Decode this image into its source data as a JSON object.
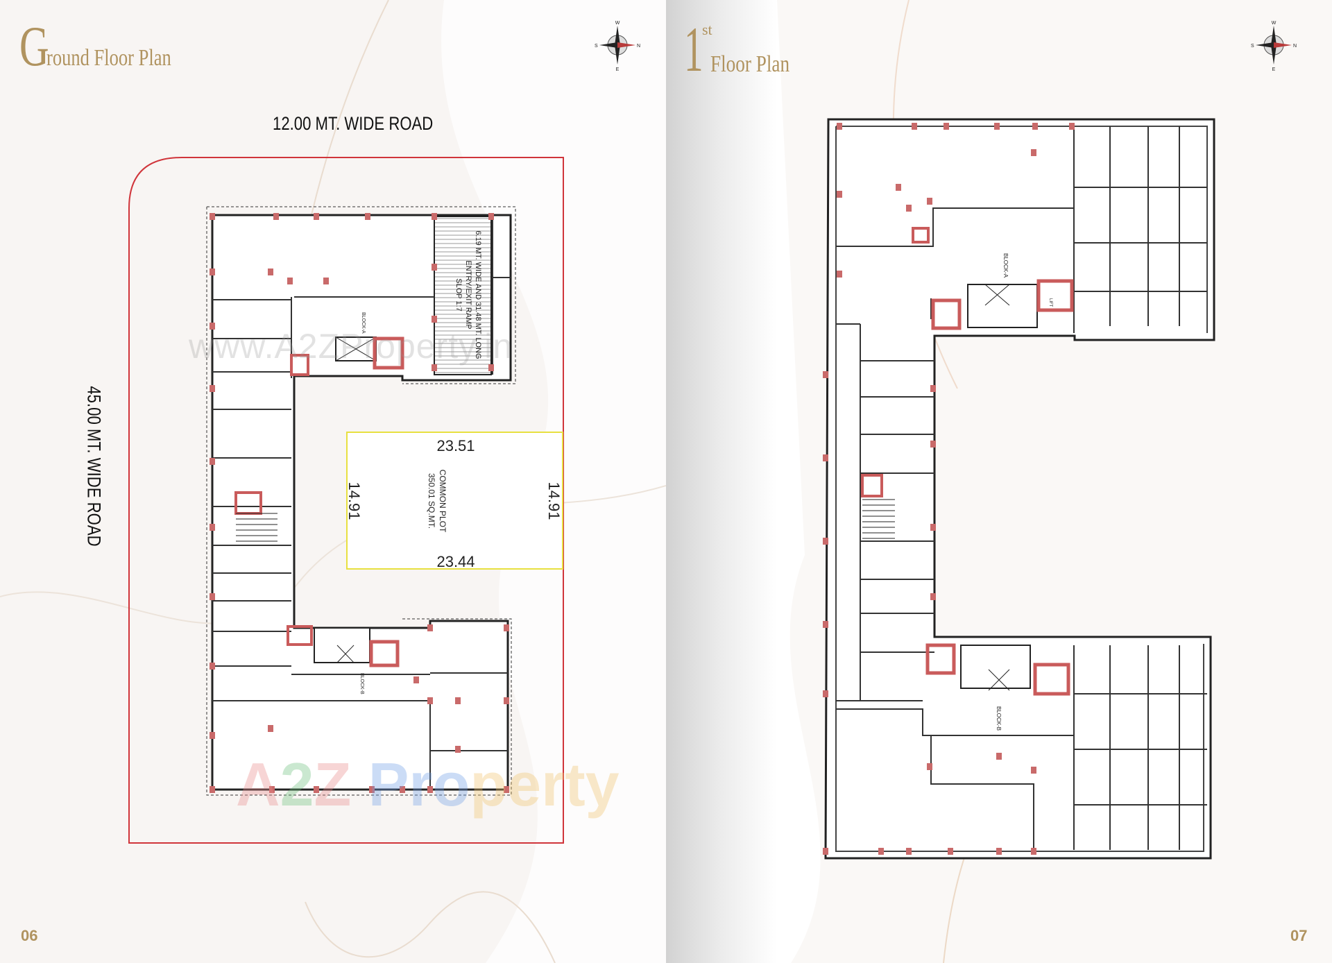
{
  "left_page": {
    "title_initial": "G",
    "title_rest": "round Floor Plan",
    "page_number": "06",
    "road_top": "12.00 MT. WIDE ROAD",
    "road_left": "45.00 MT. WIDE ROAD",
    "ramp_label": [
      "6.19 MT. WIDE AND 31.48 MT. LONG",
      "ENTRY/EXIT RAMP",
      "SLOP 1:7"
    ],
    "block_a": "BLOCK-A",
    "block_b": "BLOCK-B",
    "common_plot": {
      "label": "COMMON PLOT",
      "area": "350.01 SQ.MT.",
      "top_dim": "23.51",
      "bottom_dim": "23.44",
      "left_dim": "14.91",
      "right_dim": "14.91"
    },
    "watermark_url": "www.A2ZProperty.in"
  },
  "right_page": {
    "title_number": "1",
    "title_sup": "st",
    "title_text": "Floor Plan",
    "page_number": "07",
    "block_a": "BLOCK-A",
    "block_b": "BLOCK-B",
    "lift_label": "LIFT"
  },
  "compass": {
    "n": "N",
    "s": "S",
    "e": "E",
    "w": "W"
  },
  "watermark_logo": [
    "A",
    "2",
    "Z ",
    "Pro",
    "perty"
  ],
  "colors": {
    "gold": "#b0935f",
    "plot_boundary": "#d0343a",
    "common_plot": "#e8e040",
    "column": "#c96a6a"
  }
}
